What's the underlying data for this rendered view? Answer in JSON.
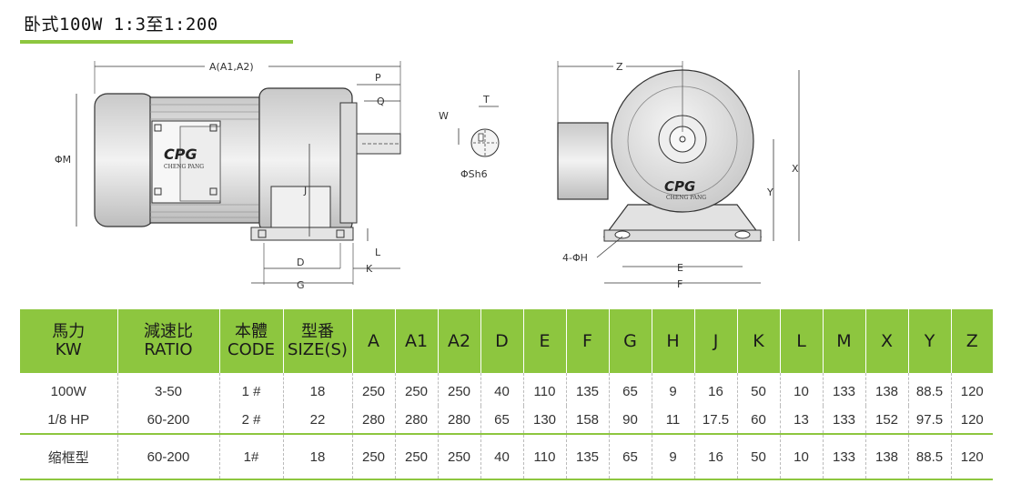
{
  "page": {
    "title": "卧式100W 1:3至1:200",
    "accent_color": "#8dc63f"
  },
  "drawing": {
    "labels": {
      "a": "A(A1,A2)",
      "p": "P",
      "q": "Q",
      "j": "J",
      "m": "ΦM",
      "d": "D",
      "g": "G",
      "k": "K",
      "l": "L",
      "w": "W",
      "t": "T",
      "s": "ΦSh6",
      "z": "Z",
      "x": "X",
      "y": "Y",
      "e": "E",
      "f": "F",
      "h": "4-ΦH"
    },
    "logo": "CPG",
    "logo_sub": "CHENG PANG"
  },
  "table": {
    "headers": {
      "power": [
        "馬力",
        "KW"
      ],
      "ratio": [
        "減速比",
        "RATIO"
      ],
      "code": [
        "本體",
        "CODE"
      ],
      "size": [
        "型番",
        "SIZE(S)"
      ],
      "dims": [
        "A",
        "A1",
        "A2",
        "D",
        "E",
        "F",
        "G",
        "H",
        "J",
        "K",
        "L",
        "M",
        "X",
        "Y",
        "Z"
      ]
    },
    "rows": [
      {
        "power": "100W",
        "ratio": "3-50",
        "code": "1 #",
        "size": "18",
        "values": [
          "250",
          "250",
          "250",
          "40",
          "110",
          "135",
          "65",
          "9",
          "16",
          "50",
          "10",
          "133",
          "138",
          "88.5",
          "120"
        ]
      },
      {
        "power": "1/8 HP",
        "ratio": "60-200",
        "code": "2 #",
        "size": "22",
        "values": [
          "280",
          "280",
          "280",
          "65",
          "130",
          "158",
          "90",
          "11",
          "17.5",
          "60",
          "13",
          "133",
          "152",
          "97.5",
          "120"
        ]
      },
      {
        "power": "缩框型",
        "ratio": "60-200",
        "code": "1#",
        "size": "18",
        "values": [
          "250",
          "250",
          "250",
          "40",
          "110",
          "135",
          "65",
          "9",
          "16",
          "50",
          "10",
          "133",
          "138",
          "88.5",
          "120"
        ]
      }
    ]
  }
}
